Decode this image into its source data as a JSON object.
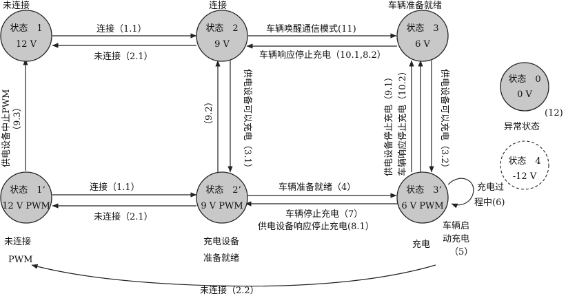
{
  "states": {
    "s1": {
      "name": "状态　1",
      "voltage": "12 V",
      "caption": "未连接"
    },
    "s2": {
      "name": "状态　2",
      "voltage": "9 V",
      "caption": "连接"
    },
    "s3": {
      "name": "状态　3",
      "voltage": "6 V",
      "caption": "车辆准备就绪"
    },
    "s0": {
      "name": "状态　0",
      "voltage": "0 V",
      "caption": "异常状态",
      "note": "(12)"
    },
    "s4": {
      "name": "状态　4",
      "voltage": "-12 V"
    },
    "s1p": {
      "name": "状态　1’",
      "voltage": "12 V PWM",
      "caption_line1": "未连接",
      "caption_line2": "PWM"
    },
    "s2p": {
      "name": "状态　2’",
      "voltage": "9 V PWM",
      "caption_line1": "充电设备",
      "caption_line2": "准备就绪"
    },
    "s3p": {
      "name": "状态　3’",
      "voltage": "6 V PWM",
      "caption": "充电"
    }
  },
  "edges": {
    "s1_s2": "连接（1.1）",
    "s2_s1": "未连接（2.1）",
    "s2_s3": "车辆唤醒通信模式(11)",
    "s3_s2": "车辆响应停止充电（10.1,8.2）",
    "s1p_s1_a": "供电设备中止PWM",
    "s1p_s1_b": "（9.3）",
    "s2p_s2": "（9.2）",
    "s2_s2p": "供电设备可以充电（3.1）",
    "s3p_s3_a": "供电设备停止充电（9.1）",
    "s3p_s3_b": "车辆响应停止充电（10.2）",
    "s3_s3p": "供电设备可以充电（3.2）",
    "s1p_s2p": "连接（1.1）",
    "s2p_s1p": "未连接（2.1）",
    "s2p_s3p": "车辆准备就绪（4）",
    "s3p_s2p_a": "车辆停止充电（7）",
    "s3p_s2p_b": "供电设备响应停止充电(8.1）",
    "s3p_self_a": "充电过",
    "s3p_self_b": "程中(6)",
    "s3p_start_a": "车辆启",
    "s3p_start_b": "动充电",
    "s3p_start_c": "（5）",
    "s3p_s1p": "未连接（2.2）"
  }
}
